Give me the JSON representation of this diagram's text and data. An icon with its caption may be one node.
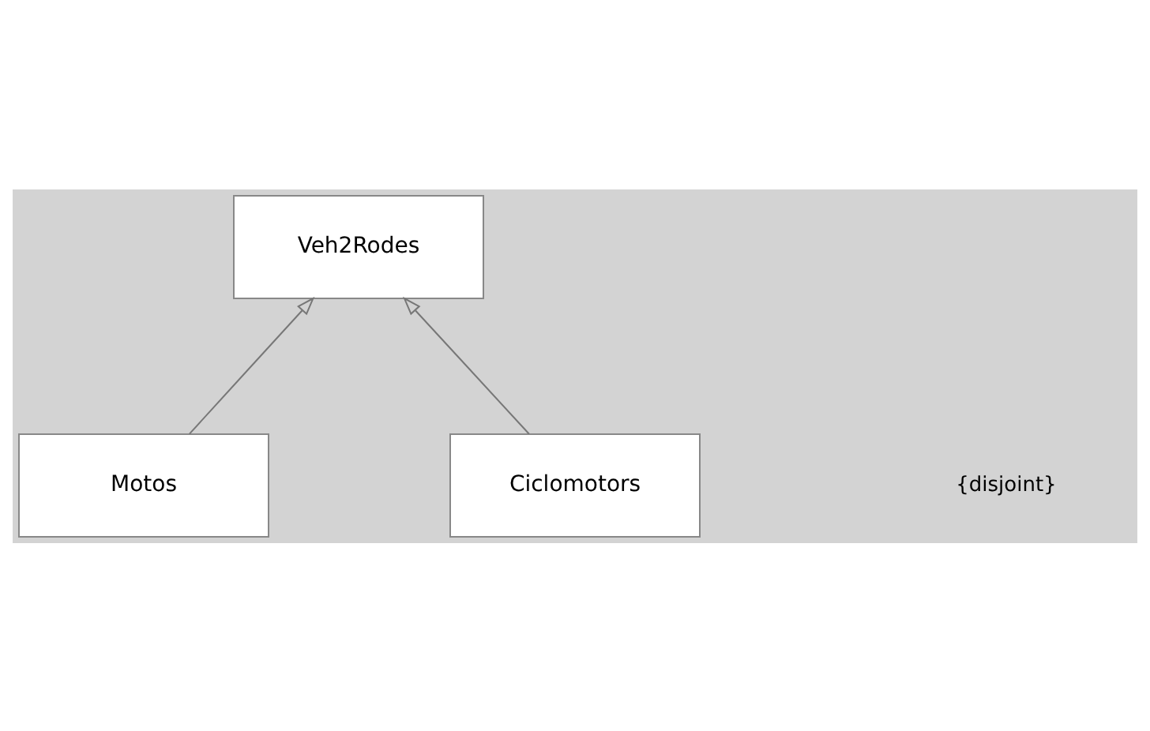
{
  "diagram": {
    "nodes": [
      {
        "text": [
          "Veh2Rodes"
        ]
      },
      {
        "text": [
          "Motos"
        ]
      },
      {
        "text": [
          "Ciclomotors"
        ]
      }
    ],
    "edges": [
      {
        "from": 1,
        "to": 0,
        "arrow": "to"
      },
      {
        "from": 2,
        "to": 0,
        "arrow": "to"
      }
    ],
    "labels": [
      "{disjoint}"
    ]
  }
}
